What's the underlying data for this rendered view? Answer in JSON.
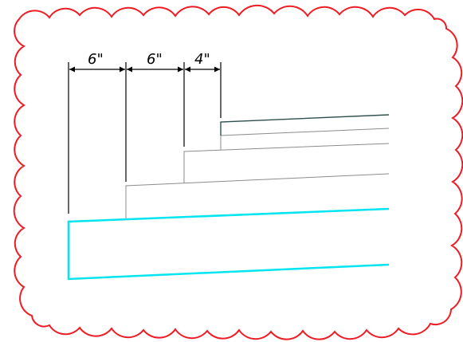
{
  "colors": {
    "revision_cloud": "#ee1c24",
    "slab": "#00e5f0",
    "steps": "#8c8c8c",
    "top_step": "#2f4f4f",
    "dimension": "#000000"
  },
  "dimensions": {
    "first": "6\"",
    "second": "6\"",
    "third": "4\""
  }
}
